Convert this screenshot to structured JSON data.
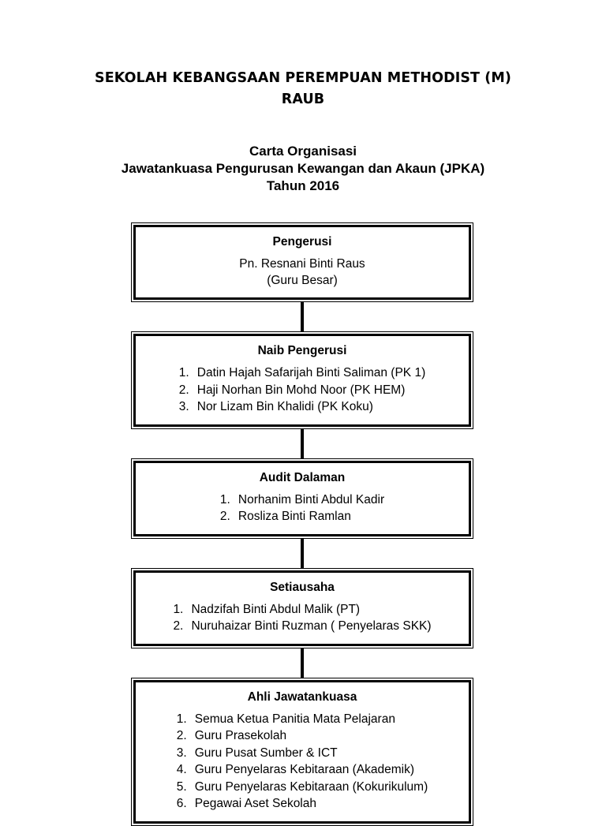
{
  "document": {
    "title_line1": "SEKOLAH KEBANGSAAN PEREMPUAN METHODIST (M)",
    "title_line2": "RAUB",
    "subtitle_line1": "Carta Organisasi",
    "subtitle_line2": "Jawatankuasa Pengurusan Kewangan dan Akaun (JPKA)",
    "subtitle_line3": "Tahun 2016"
  },
  "colors": {
    "page_background": "#ffffff",
    "text": "#000000",
    "border": "#000000"
  },
  "chart_data": {
    "type": "diagram",
    "title": "Carta Organisasi Jawatankuasa Pengurusan Kewangan dan Akaun (JPKA) Tahun 2016",
    "layout": "vertical-hierarchy",
    "nodes": [
      {
        "id": "pengerusi",
        "heading": "Pengerusi",
        "body_lines": [
          "Pn. Resnani Binti Raus",
          "(Guru Besar)"
        ],
        "items": []
      },
      {
        "id": "naib-pengerusi",
        "heading": "Naib Pengerusi",
        "body_lines": [],
        "items": [
          "Datin Hajah Safarijah Binti Saliman (PK 1)",
          "Haji Norhan Bin Mohd Noor (PK HEM)",
          "Nor Lizam Bin Khalidi (PK Koku)"
        ]
      },
      {
        "id": "audit-dalaman",
        "heading": "Audit Dalaman",
        "body_lines": [],
        "items": [
          "Norhanim Binti Abdul Kadir",
          "Rosliza Binti Ramlan"
        ]
      },
      {
        "id": "setiausaha",
        "heading": "Setiausaha",
        "body_lines": [],
        "items": [
          "Nadzifah Binti Abdul Malik (PT)",
          "Nuruhaizar Binti Ruzman ( Penyelaras SKK)"
        ]
      },
      {
        "id": "ahli-jawatankuasa",
        "heading": "Ahli Jawatankuasa",
        "body_lines": [],
        "items": [
          "Semua Ketua Panitia Mata Pelajaran",
          "Guru Prasekolah",
          "Guru Pusat Sumber & ICT",
          "Guru Penyelaras Kebitaraan (Akademik)",
          "Guru Penyelaras Kebitaraan (Kokurikulum)",
          "Pegawai Aset Sekolah"
        ]
      }
    ],
    "edges": [
      {
        "from": "pengerusi",
        "to": "naib-pengerusi"
      },
      {
        "from": "naib-pengerusi",
        "to": "audit-dalaman"
      },
      {
        "from": "audit-dalaman",
        "to": "setiausaha"
      },
      {
        "from": "setiausaha",
        "to": "ahli-jawatankuasa"
      }
    ]
  }
}
